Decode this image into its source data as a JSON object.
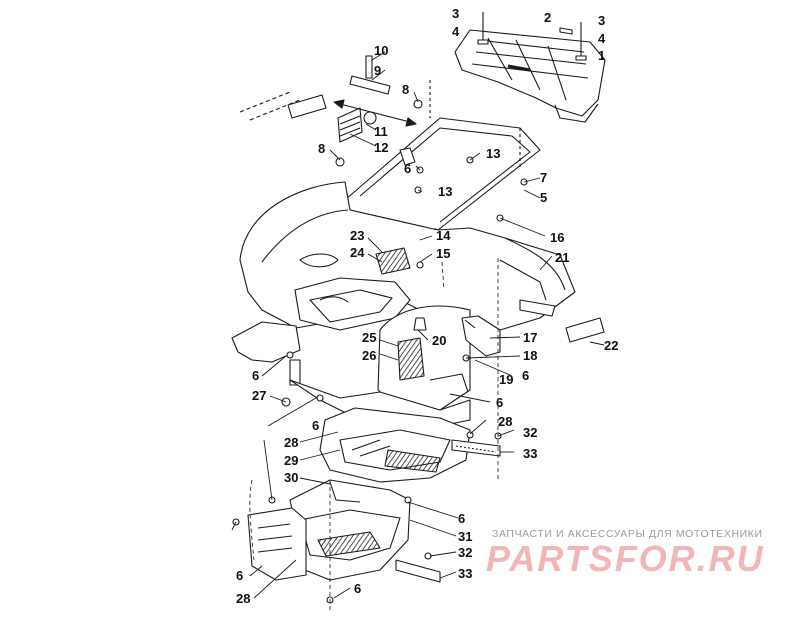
{
  "diagram": {
    "callouts": [
      {
        "id": "c3a",
        "text": "3"
      },
      {
        "id": "c4a",
        "text": "4"
      },
      {
        "id": "c2",
        "text": "2"
      },
      {
        "id": "c3b",
        "text": "3"
      },
      {
        "id": "c4b",
        "text": "4"
      },
      {
        "id": "c1",
        "text": "1"
      },
      {
        "id": "c10",
        "text": "10"
      },
      {
        "id": "c9",
        "text": "9"
      },
      {
        "id": "c8a",
        "text": "8"
      },
      {
        "id": "c11",
        "text": "11"
      },
      {
        "id": "c12",
        "text": "12"
      },
      {
        "id": "c8b",
        "text": "8"
      },
      {
        "id": "c6a",
        "text": "6"
      },
      {
        "id": "c13a",
        "text": "13"
      },
      {
        "id": "c7",
        "text": "7"
      },
      {
        "id": "c13b",
        "text": "13"
      },
      {
        "id": "c5",
        "text": "5"
      },
      {
        "id": "c14",
        "text": "14"
      },
      {
        "id": "c16",
        "text": "16"
      },
      {
        "id": "c23",
        "text": "23"
      },
      {
        "id": "c24",
        "text": "24"
      },
      {
        "id": "c15",
        "text": "15"
      },
      {
        "id": "c21",
        "text": "21"
      },
      {
        "id": "c22",
        "text": "22"
      },
      {
        "id": "c17",
        "text": "17"
      },
      {
        "id": "c25",
        "text": "25"
      },
      {
        "id": "c20",
        "text": "20"
      },
      {
        "id": "c26",
        "text": "26"
      },
      {
        "id": "c18",
        "text": "18"
      },
      {
        "id": "c6b",
        "text": "6"
      },
      {
        "id": "c19",
        "text": "19"
      },
      {
        "id": "c6c",
        "text": "6"
      },
      {
        "id": "c27",
        "text": "27"
      },
      {
        "id": "c6d",
        "text": "6"
      },
      {
        "id": "c6e",
        "text": "6"
      },
      {
        "id": "c28a",
        "text": "28"
      },
      {
        "id": "c32a",
        "text": "32"
      },
      {
        "id": "c28b",
        "text": "28"
      },
      {
        "id": "c33a",
        "text": "33"
      },
      {
        "id": "c29",
        "text": "29"
      },
      {
        "id": "c30",
        "text": "30"
      },
      {
        "id": "c6f",
        "text": "6"
      },
      {
        "id": "c31",
        "text": "31"
      },
      {
        "id": "c32b",
        "text": "32"
      },
      {
        "id": "c6g",
        "text": "6"
      },
      {
        "id": "c33b",
        "text": "33"
      },
      {
        "id": "c28c",
        "text": "28"
      },
      {
        "id": "c6h",
        "text": "6"
      }
    ]
  },
  "watermark": {
    "top_text": "ЗАПЧАСТИ И АКСЕССУАРЫ ДЛЯ МОТОТЕХНИКИ",
    "main_text": "PARTSFOR.RU"
  },
  "colors": {
    "line": "#1a1a1a",
    "fill": "#ffffff",
    "shade": "#bdbdbd",
    "watermark_red": "#f2b6b6",
    "watermark_gray": "#9a9a9a"
  }
}
